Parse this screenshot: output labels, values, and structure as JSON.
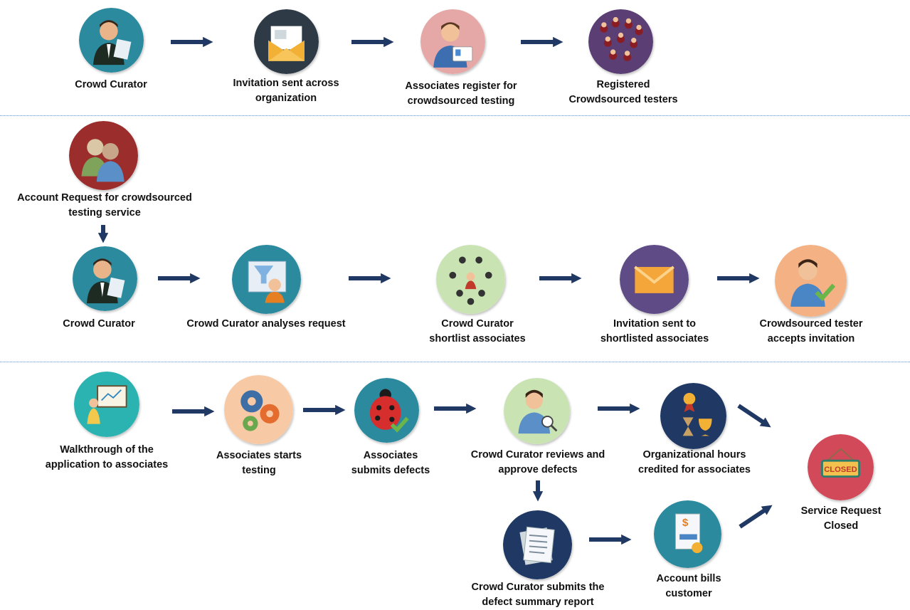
{
  "row1": {
    "crowd_curator": [
      "Crowd Curator"
    ],
    "invitation_sent": [
      "Invitation sent across",
      "organization"
    ],
    "associates_register": [
      "Associates register for",
      "crowdsourced testing"
    ],
    "registered_testers": [
      "Registered",
      "Crowdsourced testers"
    ]
  },
  "row2": {
    "account_request": [
      "Account Request for crowdsourced",
      "testing service"
    ],
    "crowd_curator": [
      "Crowd Curator"
    ],
    "analyses_request": [
      "Crowd Curator analyses request"
    ],
    "shortlist": [
      "Crowd Curator",
      "shortlist associates"
    ],
    "invitation_shortlisted": [
      "Invitation sent to",
      "shortlisted associates"
    ],
    "tester_accepts": [
      "Crowdsourced  tester",
      "accepts invitation"
    ]
  },
  "row3": {
    "walkthrough": [
      "Walkthrough of the",
      "application to associates"
    ],
    "starts_testing": [
      "Associates starts",
      "testing"
    ],
    "submits_defects": [
      "Associates",
      "submits defects"
    ],
    "reviews_defects": [
      "Crowd Curator reviews and",
      "approve defects"
    ],
    "hours_credited": [
      "Organizational hours",
      "credited for associates"
    ],
    "service_closed": [
      "Service Request",
      "Closed"
    ],
    "summary_report": [
      "Crowd Curator submits the",
      "defect summary report"
    ],
    "account_bills": [
      "Account bills",
      "customer"
    ],
    "closed_sign_text": "CLOSED"
  },
  "colors": {
    "arrow": "#1f3864",
    "teal": "#2b8a9e",
    "divider": "#6f8fcf"
  }
}
